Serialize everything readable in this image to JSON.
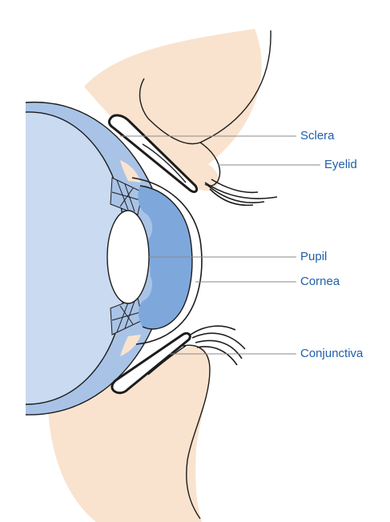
{
  "labels": {
    "sclera": "Sclera",
    "eyelid": "Eyelid",
    "pupil": "Pupil",
    "cornea": "Cornea",
    "conjunctiva": "Conjunctiva"
  },
  "colors": {
    "label_text": "#1f5fa8",
    "leader_line": "#8a8a8a",
    "skin": "#f9e3cf",
    "globe": "#c9daf1",
    "globe_band": "#a9c3e6",
    "iris": "#7ea8dc",
    "outline": "#1c1c1c",
    "pupil": "#ffffff"
  }
}
